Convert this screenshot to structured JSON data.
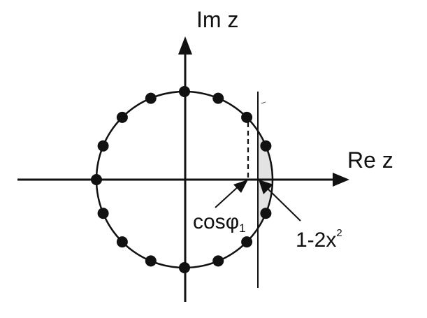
{
  "labels": {
    "imaginary_axis": "Im z",
    "real_axis": "Re z",
    "cos_base": "cos",
    "cos_phi": "φ",
    "cos_sub": "1",
    "cut_base": "1-2x",
    "cut_sup": "2"
  },
  "points_on_circle": 16,
  "colors": {
    "stroke": "#111111",
    "shaded_region": "#e3e3e3"
  }
}
